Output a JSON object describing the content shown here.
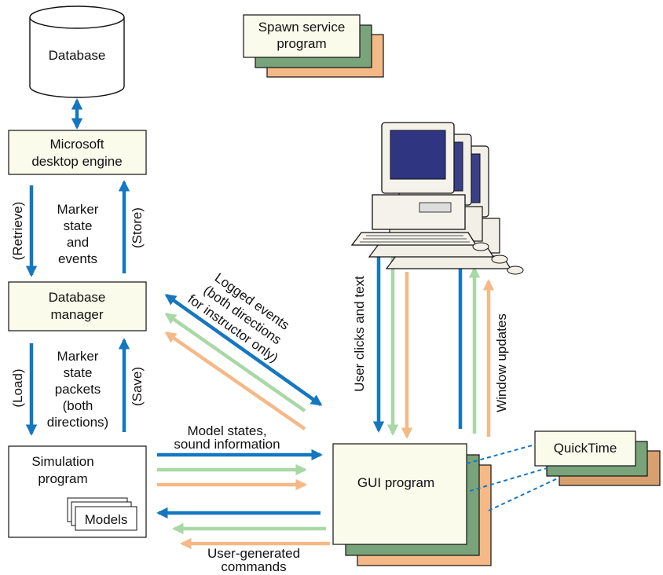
{
  "colors": {
    "blue": "#1577c0",
    "green": "#a8d8a6",
    "orange": "#f5b987",
    "box_fill": "#fbfbec",
    "shadow_green": "#79a47b",
    "shadow_orange": "#d7a06e",
    "line": "#111111"
  },
  "nodes": {
    "database": "Database",
    "spawn_line1": "Spawn service",
    "spawn_line2": "program",
    "msde_line1": "Microsoft",
    "msde_line2": "desktop engine",
    "dbm_line1": "Database",
    "dbm_line2": "manager",
    "sim_line1": "Simulation",
    "sim_line2": "program",
    "models": "Models",
    "gui": "GUI program",
    "quicktime": "QuickTime"
  },
  "icons": {
    "computer": "desktop-computer-icon"
  },
  "edges": {
    "retrieve": "(Retrieve)",
    "store": "(Store)",
    "marker_state_events": [
      "Marker",
      "state",
      "and",
      "events"
    ],
    "load": "(Load)",
    "save": "(Save)",
    "marker_packets": [
      "Marker",
      "state",
      "packets",
      "(both",
      "directions)"
    ],
    "logged_events": [
      "Logged events",
      "(both directions",
      "for instructor only)"
    ],
    "model_states": [
      "Model states,",
      "sound information"
    ],
    "user_commands": [
      "User-generated",
      "commands"
    ],
    "user_clicks": "User clicks and text",
    "window_updates": "Window updates"
  }
}
